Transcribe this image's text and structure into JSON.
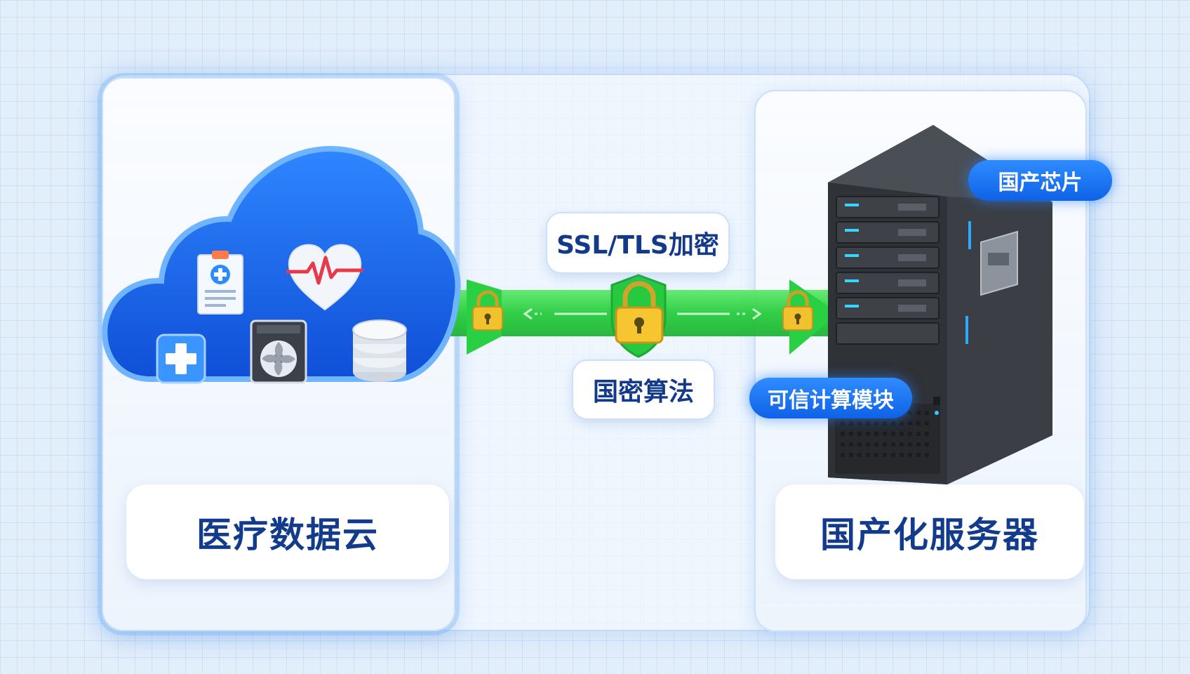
{
  "diagram": {
    "left_node": {
      "label": "医疗数据云",
      "icons": [
        "medical-report-icon",
        "heart-rate-icon",
        "medical-cross-icon",
        "server-fan-icon",
        "database-icon"
      ]
    },
    "right_node": {
      "label": "国产化服务器"
    },
    "channel": {
      "top_label": "SSL/TLS加密",
      "bottom_label": "国密算法",
      "icons": [
        "padlock-icon",
        "padlock-icon",
        "padlock-icon"
      ]
    },
    "server_badges": {
      "chip": "国产芯片",
      "trusted_module": "可信计算模块"
    },
    "colors": {
      "channel_green": "#2fd14a",
      "cloud_blue": "#1766e8",
      "label_text": "#123b8c",
      "badge_blue": "#1a6ff2",
      "server_dark": "#3a3d42",
      "lock_gold": "#f2c12e"
    }
  }
}
